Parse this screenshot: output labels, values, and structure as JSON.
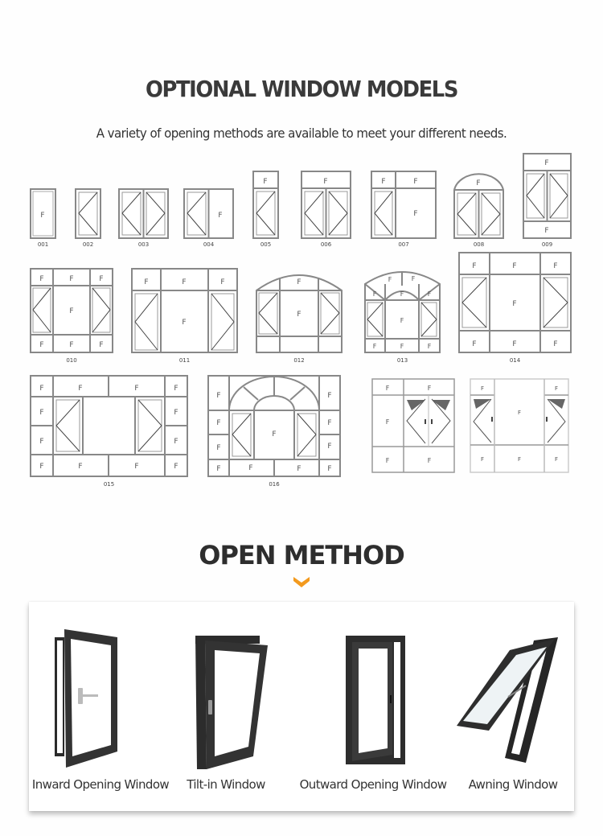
{
  "section1": {
    "title": "OPTIONAL WINDOW MODELS",
    "subtitle": "A variety of opening methods are available to meet your different needs.",
    "fixed_pane_label": "F",
    "models": [
      {
        "code": "001"
      },
      {
        "code": "002"
      },
      {
        "code": "003"
      },
      {
        "code": "004"
      },
      {
        "code": "005"
      },
      {
        "code": "006"
      },
      {
        "code": "007"
      },
      {
        "code": "008"
      },
      {
        "code": "009"
      },
      {
        "code": "010"
      },
      {
        "code": "011"
      },
      {
        "code": "012"
      },
      {
        "code": "013"
      },
      {
        "code": "014"
      },
      {
        "code": "015"
      },
      {
        "code": "016"
      }
    ]
  },
  "section2": {
    "title": "OPEN METHOD",
    "arrow_icon": "chevron-down-icon",
    "accent_color": "#f39a1e",
    "methods": [
      {
        "label": "Inward Opening Window"
      },
      {
        "label": "Tilt-in Window"
      },
      {
        "label": "Outward Opening Window"
      },
      {
        "label": "Awning Window"
      }
    ]
  }
}
